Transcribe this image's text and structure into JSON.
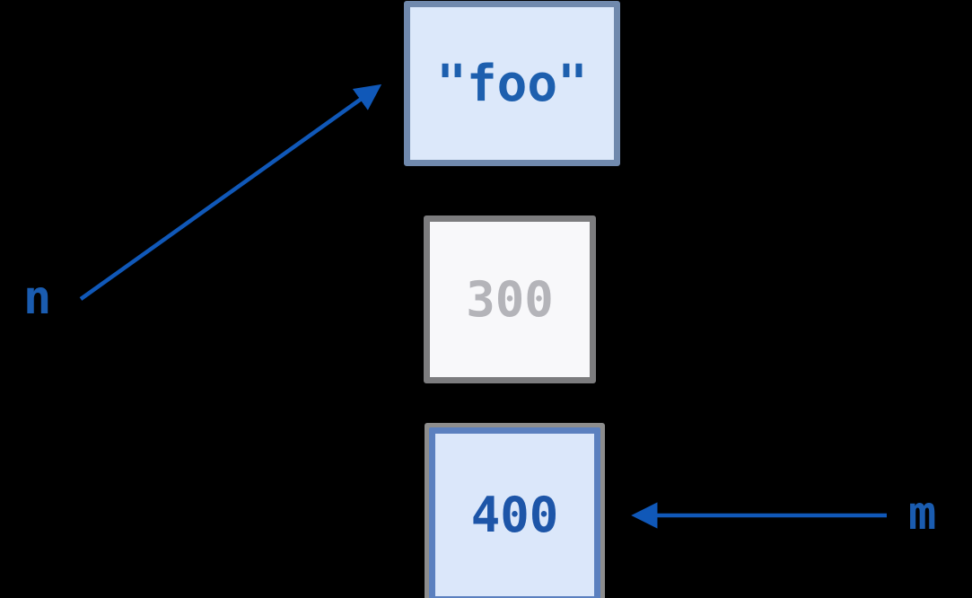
{
  "diagram": {
    "objects": {
      "foo": {
        "value": "\"foo\"",
        "fill": "#dce8fa",
        "border_color": "#7089ad",
        "text_color": "#1d5fae"
      },
      "n300": {
        "value": "300",
        "fill": "#f8f8fa",
        "border_color": "#7c7c7e",
        "text_color": "#b4b4b9"
      },
      "n400": {
        "value": "400",
        "fill": "#dbe7fa",
        "border_color": "#5b80bf",
        "outer_border_color": "#8d8d8d",
        "text_color": "#1d55a8"
      }
    },
    "variables": {
      "n": "n",
      "m": "m"
    },
    "colors": {
      "background": "#000000",
      "arrow": "#1058b8",
      "label_text": "#1a5cb0"
    }
  }
}
